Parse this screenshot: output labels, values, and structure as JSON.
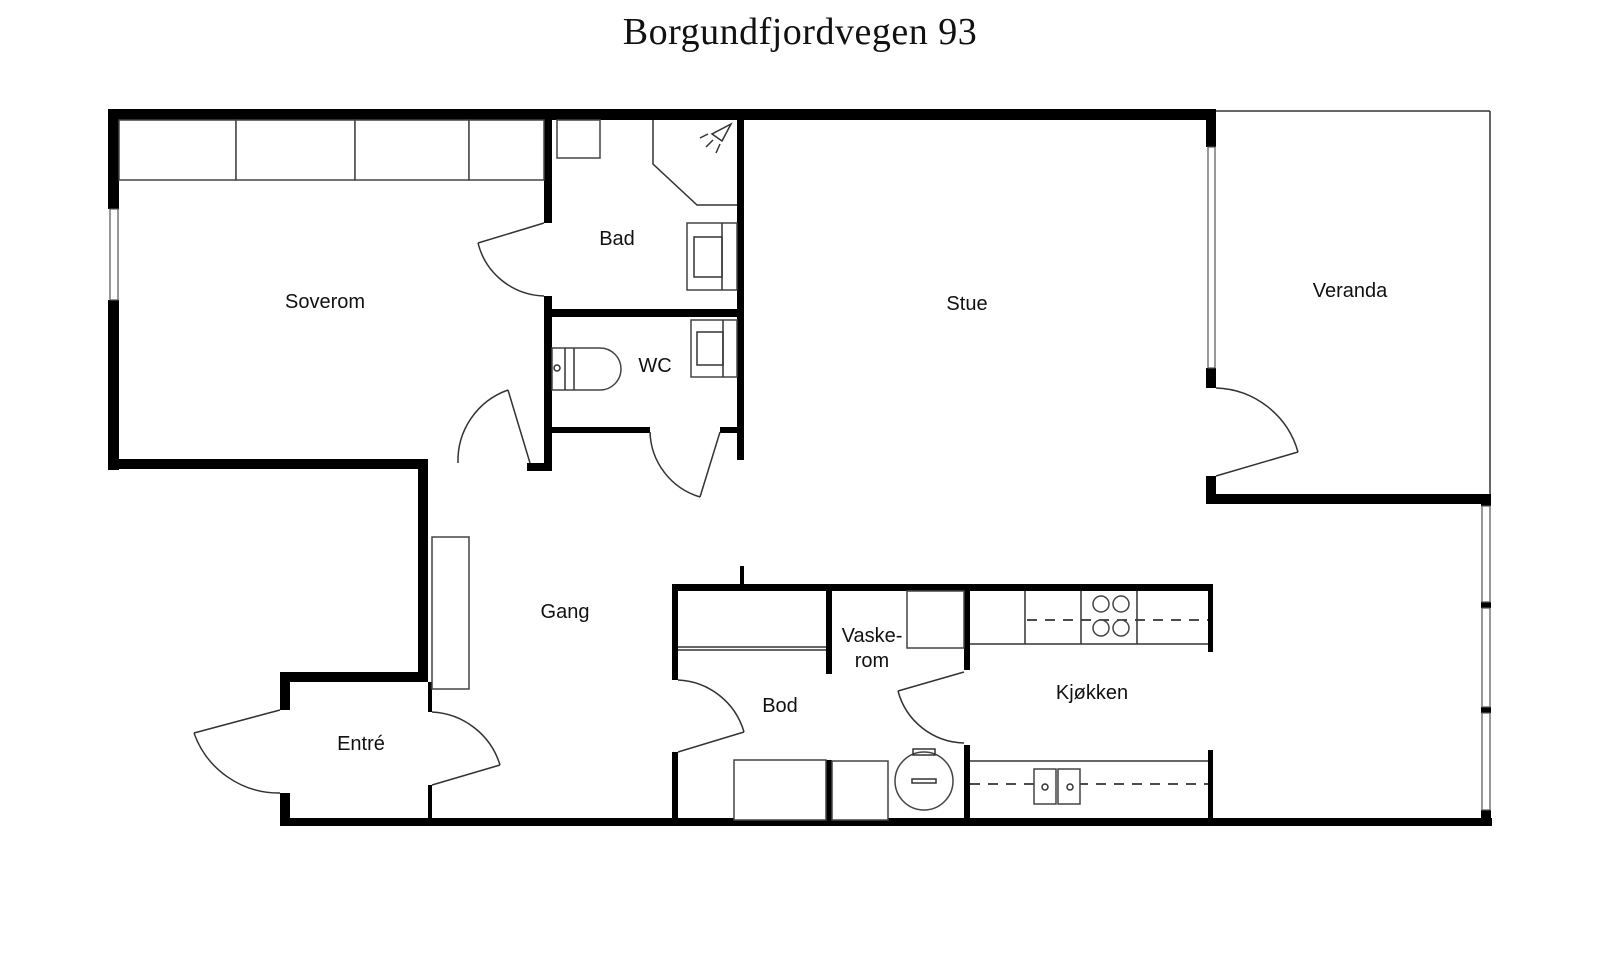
{
  "title": "Borgundfjordvegen  93",
  "rooms": [
    {
      "id": "soverom",
      "label": "Soverom"
    },
    {
      "id": "bad",
      "label": "Bad"
    },
    {
      "id": "wc",
      "label": "WC"
    },
    {
      "id": "stue",
      "label": "Stue"
    },
    {
      "id": "veranda",
      "label": "Veranda"
    },
    {
      "id": "gang",
      "label": "Gang"
    },
    {
      "id": "vaskerom",
      "label_line1": "Vaske-",
      "label_line2": "rom"
    },
    {
      "id": "bod",
      "label": "Bod"
    },
    {
      "id": "kjokken",
      "label": "Kjøkken"
    },
    {
      "id": "entre",
      "label": "Entré"
    }
  ],
  "colors": {
    "wall": "#000000",
    "fixture": "#444444",
    "background": "#ffffff"
  }
}
